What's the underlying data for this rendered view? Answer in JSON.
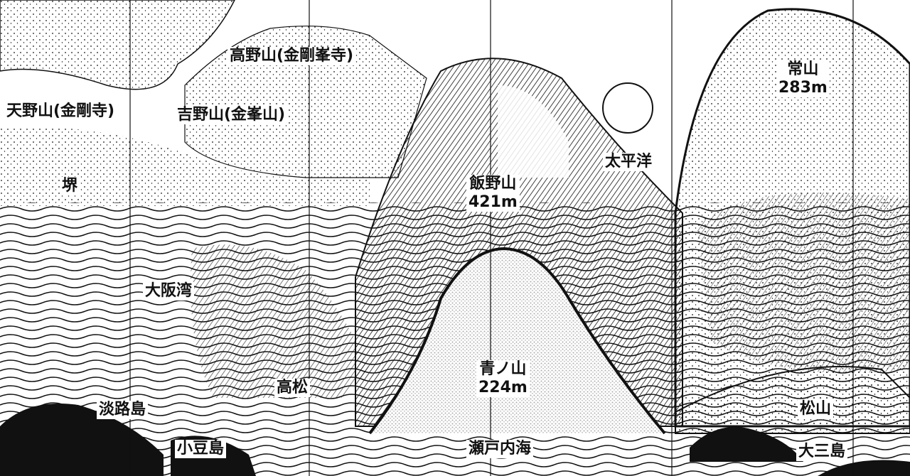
{
  "labels": {
    "koyasan": "高野山(金剛峯寺)",
    "amanosan": "天野山(金剛寺)",
    "yoshinoyama": "吉野山(金峯山)",
    "sakai": "堺",
    "iinoyama_name": "飯野山",
    "iinoyama_height": "421m",
    "taiheiyo": "太平洋",
    "tsuneyama_name": "常山",
    "tsuneyama_height": "283m",
    "osaka_bay": "大阪湾",
    "aonoyama_name": "青ノ山",
    "aonoyama_height": "224m",
    "takamatsu": "高松",
    "matsuyama": "松山",
    "awajishima": "淡路島",
    "shodoshima": "小豆島",
    "setonaikai": "瀬戸内海",
    "omishima": "大三島"
  },
  "colors": {
    "ink": "#111111",
    "paper": "#ffffff"
  }
}
